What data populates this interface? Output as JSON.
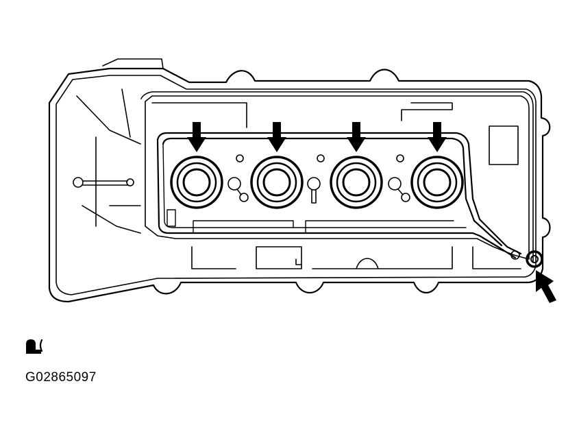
{
  "figure": {
    "code": "G02865097",
    "symbol": "seal-packing-icon",
    "subject": "cylinder-head-cover",
    "arrow_count": 5,
    "line_color": "#000000",
    "background_color": "#ffffff"
  }
}
